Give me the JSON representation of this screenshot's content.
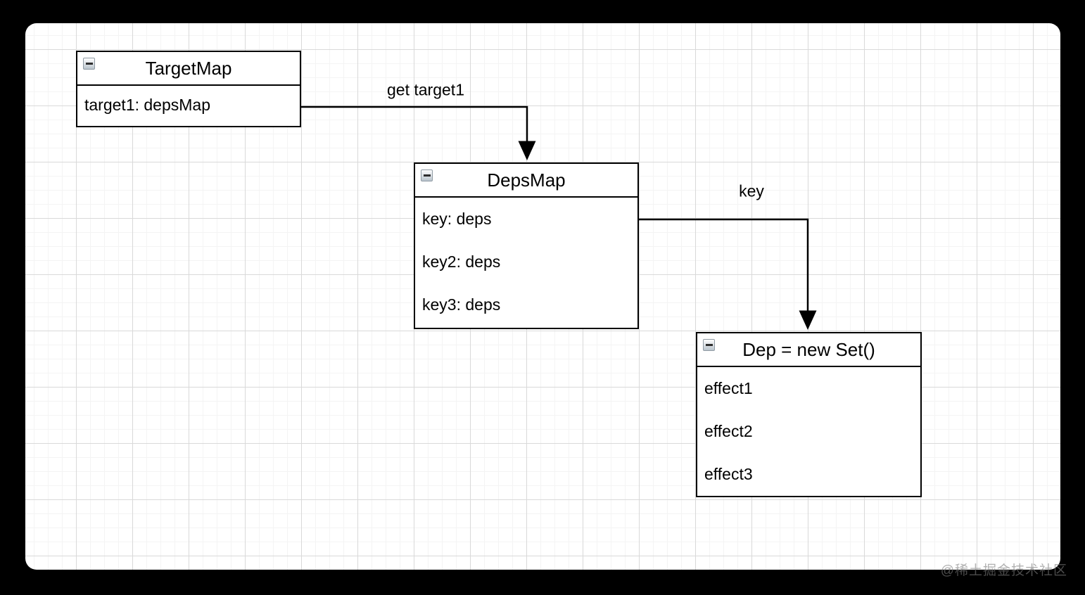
{
  "diagram": {
    "nodes": [
      {
        "id": "targetMap",
        "title": "TargetMap",
        "rows": [
          "target1: depsMap"
        ]
      },
      {
        "id": "depsMap",
        "title": "DepsMap",
        "rows": [
          "key: deps",
          "key2: deps",
          "key3: deps"
        ]
      },
      {
        "id": "dep",
        "title": "Dep = new Set()",
        "rows": [
          "effect1",
          "effect2",
          "effect3"
        ]
      }
    ],
    "edges": [
      {
        "from": "targetMap",
        "to": "depsMap",
        "label": "get target1"
      },
      {
        "from": "depsMap",
        "to": "dep",
        "label": "key"
      }
    ]
  },
  "colors": {
    "frame": "#000000",
    "canvas_background": "#ffffff",
    "grid_minor": "#f4f4f4",
    "grid_major": "#d9d9d9",
    "node_border": "#000000",
    "node_fill": "#ffffff",
    "edge_stroke": "#000000",
    "text": "#000000"
  },
  "watermark": "@稀土掘金技术社区"
}
